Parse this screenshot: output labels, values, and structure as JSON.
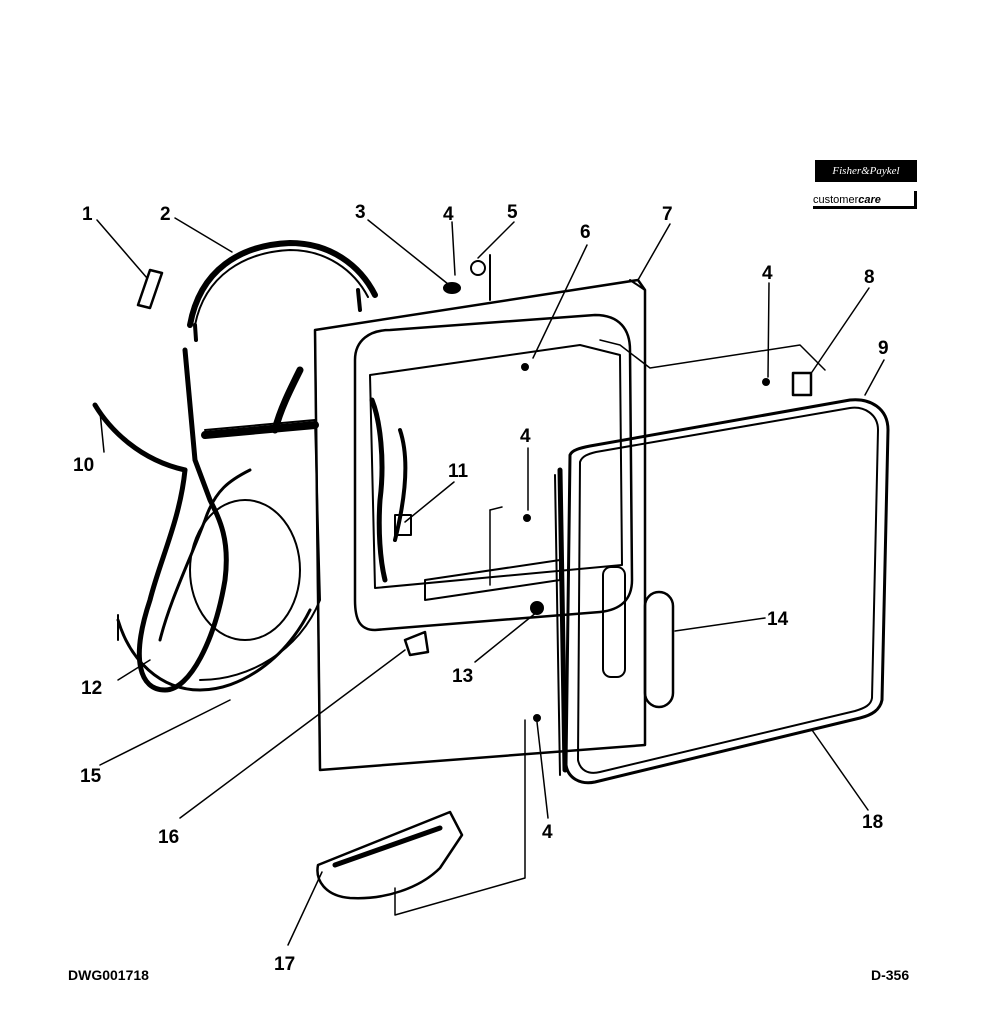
{
  "callouts": [
    {
      "num": "1"
    },
    {
      "num": "2"
    },
    {
      "num": "3"
    },
    {
      "num": "4"
    },
    {
      "num": "5"
    },
    {
      "num": "6"
    },
    {
      "num": "7"
    },
    {
      "num": "4"
    },
    {
      "num": "8"
    },
    {
      "num": "9"
    },
    {
      "num": "10"
    },
    {
      "num": "11"
    },
    {
      "num": "4"
    },
    {
      "num": "12"
    },
    {
      "num": "13"
    },
    {
      "num": "14"
    },
    {
      "num": "15"
    },
    {
      "num": "16"
    },
    {
      "num": "4"
    },
    {
      "num": "18"
    },
    {
      "num": "17"
    }
  ],
  "drawing_number": "DWG001718",
  "page_code": "D-356",
  "logo": {
    "brand": "Fisher&Paykel",
    "service_prefix": "customer",
    "service_suffix": "care"
  }
}
